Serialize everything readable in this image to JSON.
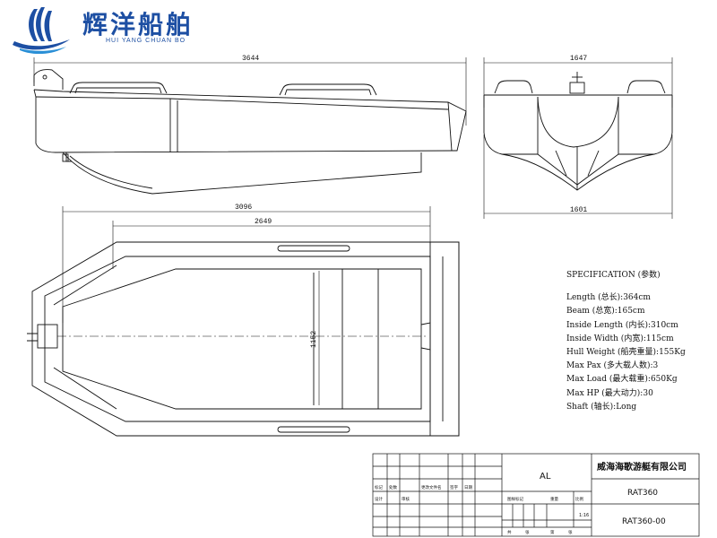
{
  "logo": {
    "text_cn": "辉洋船舶",
    "text_en": "HUI YANG CHUAN BO",
    "color": "#1d4fa3"
  },
  "dimensions": {
    "side_length": "3644",
    "top_width": "1647",
    "bottom_width": "1601",
    "plan_outer_length": "3096",
    "plan_inner_length": "2649",
    "plan_inner_width": "1152"
  },
  "spec": {
    "title": "SPECIFICATION (参数)",
    "lines": [
      "Length (总长):364cm",
      "Beam (总宽):165cm",
      "Inside Length (内长):310cm",
      "Inside Width (内宽):115cm",
      "Hull Weight (船壳重量):155Kg",
      "Max Pax (多大载人数):3",
      "Max Load (最大载重):650Kg",
      "Max HP (最大动力):30",
      "Shaft (轴长):Long"
    ]
  },
  "title_block": {
    "material": "AL",
    "company": "威海海歌游艇有限公司",
    "model": "RAT360",
    "drawing_no": "RAT360-00",
    "scale": "1:16",
    "row_labels_1": [
      "标记",
      "处数",
      "更改文件名",
      "签字",
      "日期"
    ],
    "row_labels_2": [
      "设计",
      "",
      "审核",
      "",
      ""
    ],
    "mid_labels": [
      "图样标记",
      "重量",
      "比例"
    ],
    "bottom_labels": [
      "共",
      "张",
      "第",
      "张"
    ]
  }
}
